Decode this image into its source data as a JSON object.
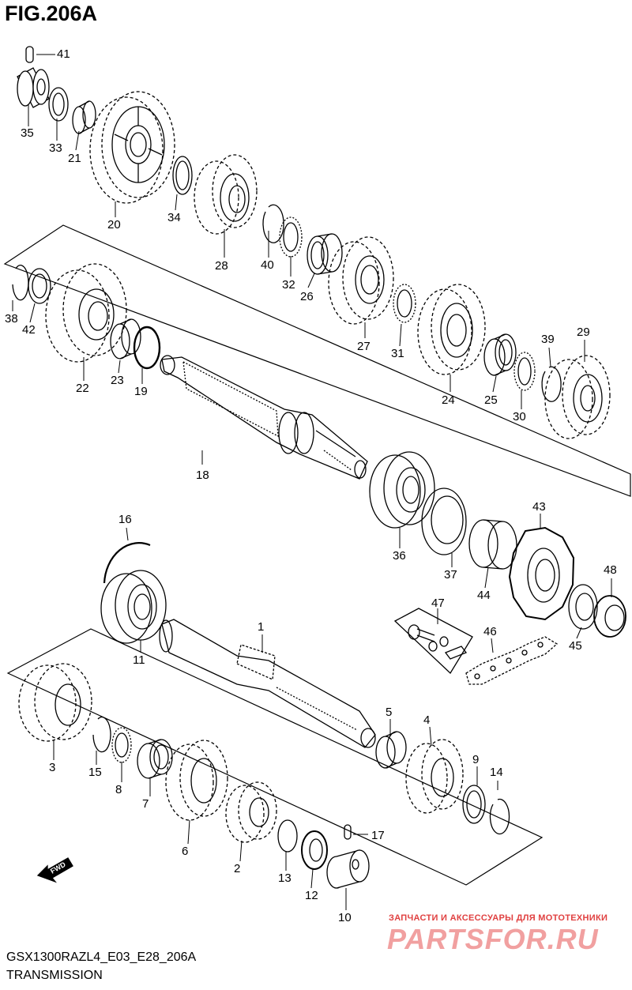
{
  "figure": {
    "title": "FIG.206A",
    "model_code": "GSX1300RAZL4_E03_E28_206A",
    "section_name": "TRANSMISSION",
    "fwd_label": "FWD"
  },
  "watermark": {
    "tagline": "ЗАПЧАСТИ И АКСЕССУАРЫ ДЛЯ МОТОТЕХНИКИ",
    "logo": "PARTSFOR.RU"
  },
  "callouts": [
    "41",
    "35",
    "33",
    "21",
    "20",
    "34",
    "28",
    "40",
    "32",
    "26",
    "27",
    "31",
    "24",
    "25",
    "30",
    "39",
    "29",
    "38",
    "42",
    "22",
    "23",
    "19",
    "18",
    "36",
    "37",
    "44",
    "43",
    "48",
    "45",
    "46",
    "47",
    "16",
    "11",
    "1",
    "5",
    "4",
    "9",
    "14",
    "3",
    "15",
    "8",
    "7",
    "6",
    "2",
    "13",
    "12",
    "17",
    "10"
  ],
  "colors": {
    "line": "#000000",
    "watermark": "#e04040"
  }
}
